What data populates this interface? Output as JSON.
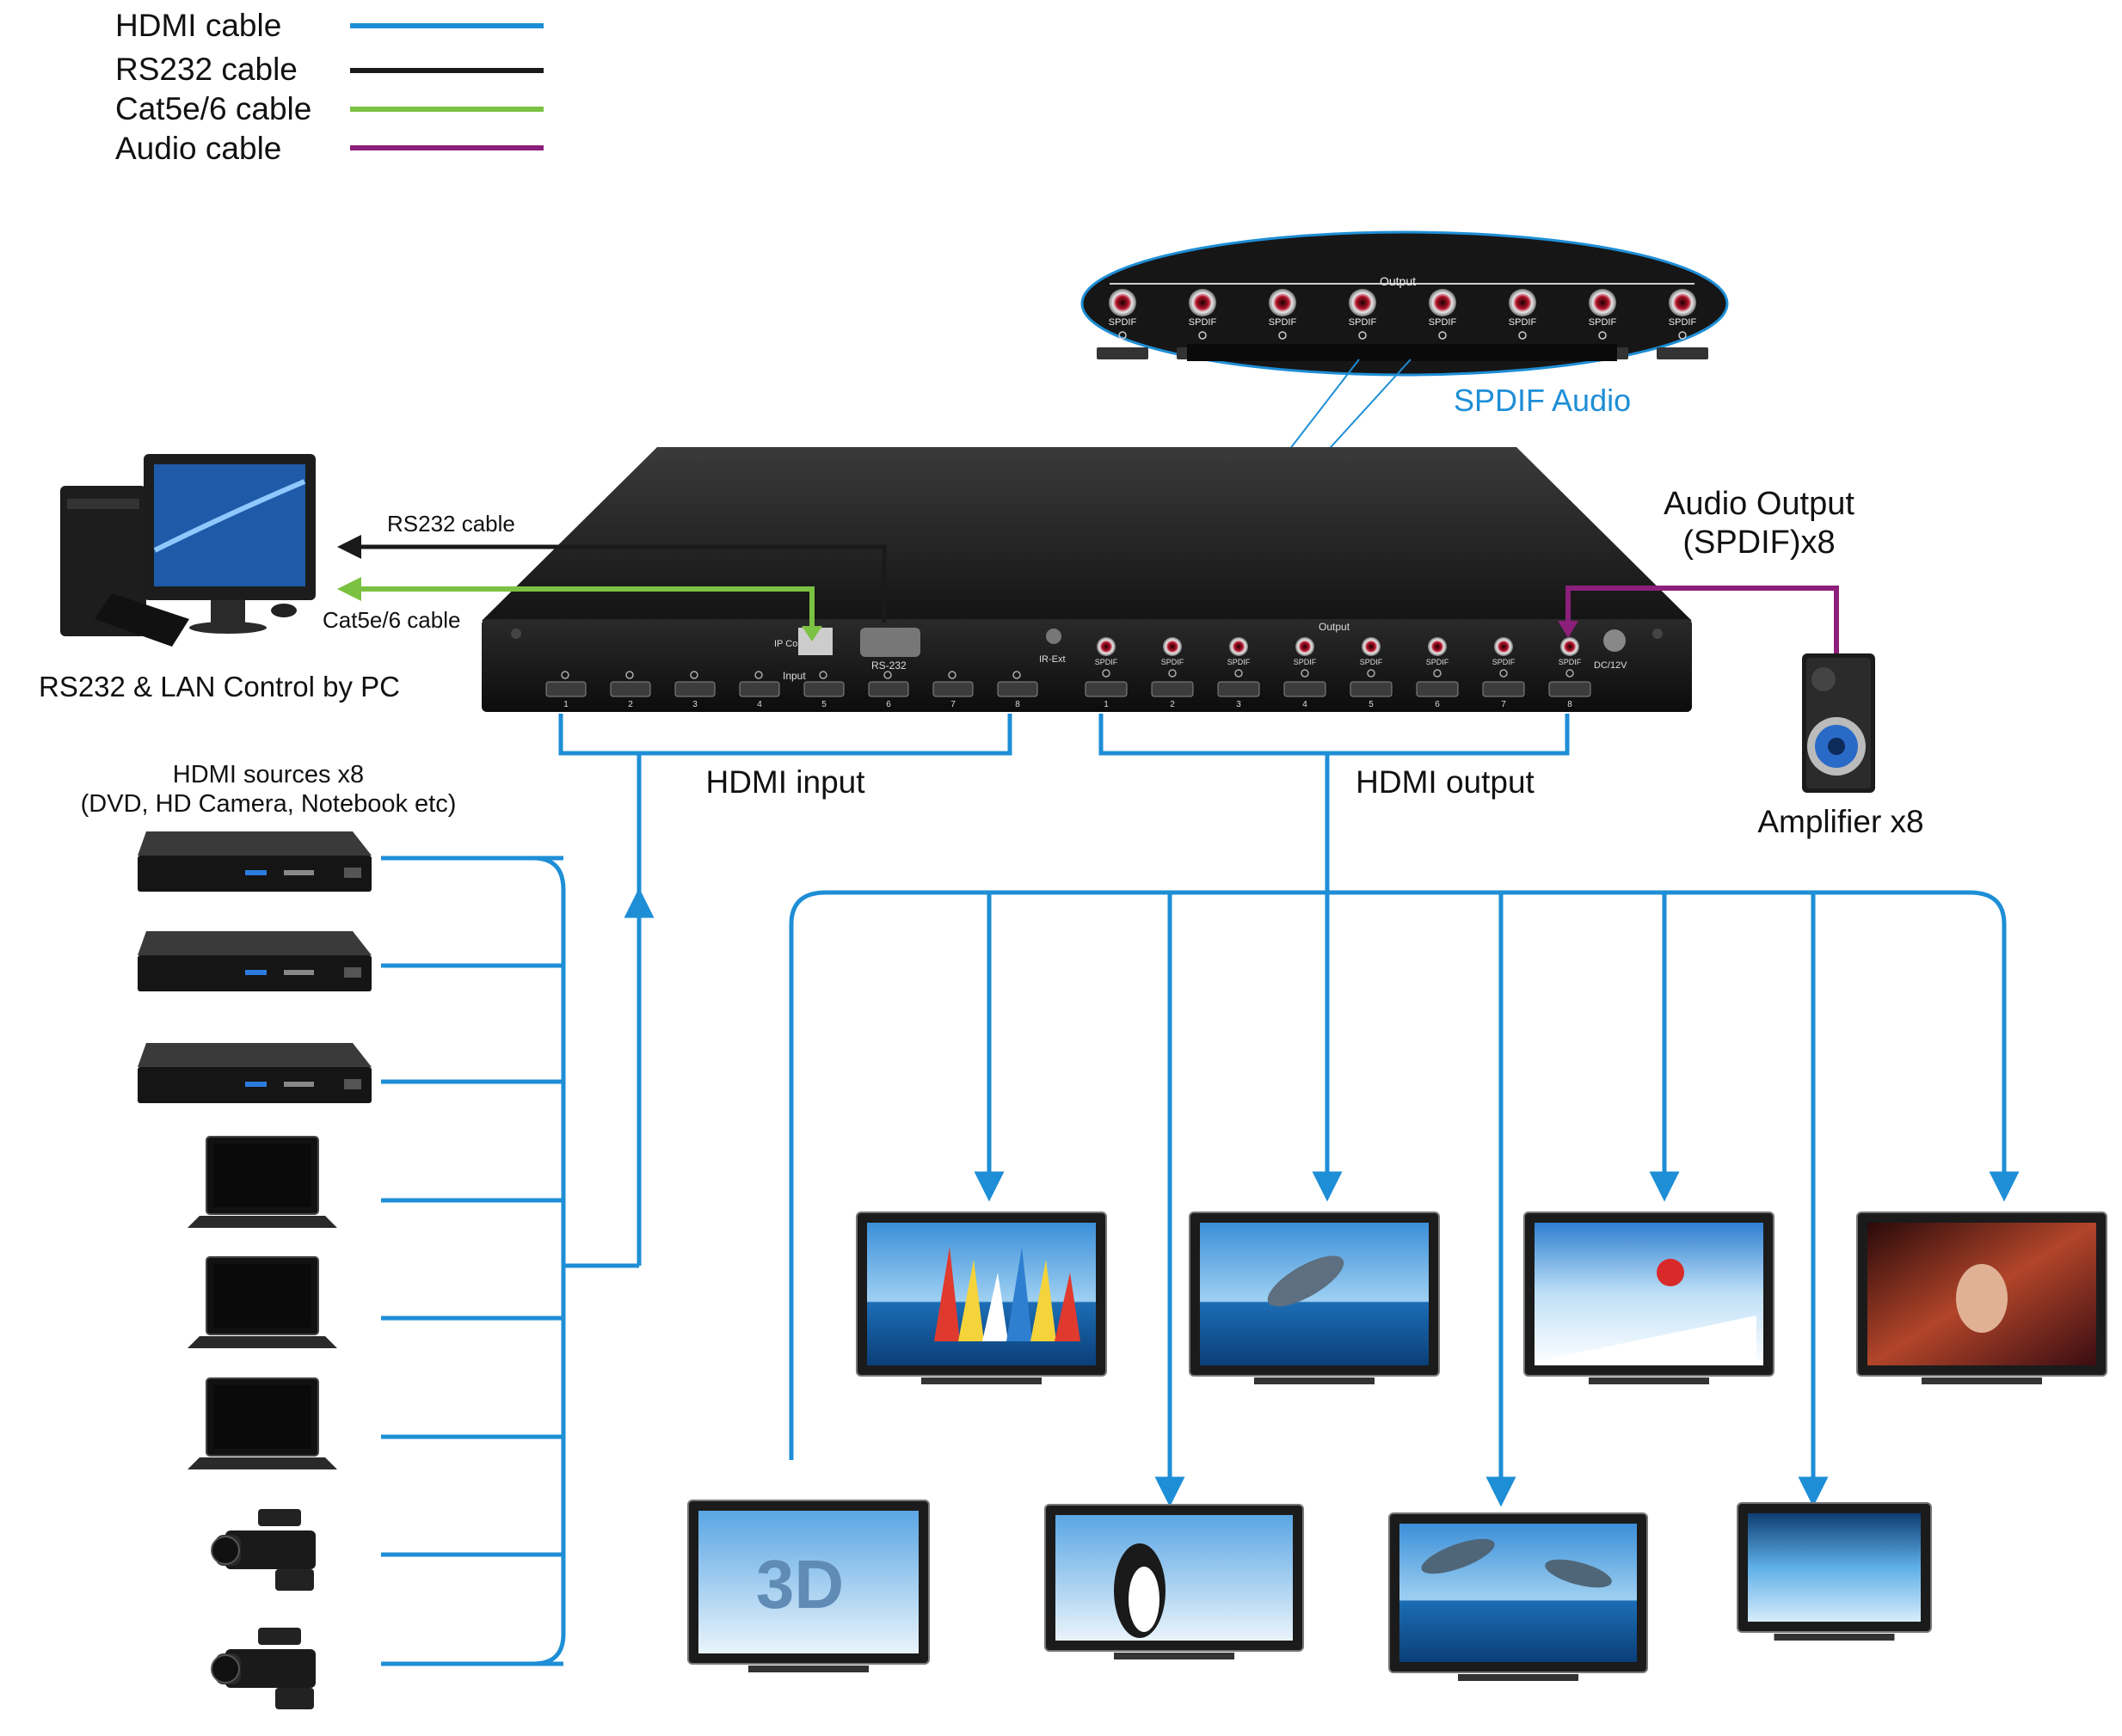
{
  "legend": [
    {
      "label": "HDMI cable",
      "color": "#1e8ed6"
    },
    {
      "label": "RS232 cable",
      "color": "#1a1a1a"
    },
    {
      "label": "Cat5e/6 cable",
      "color": "#7bc142"
    },
    {
      "label": "Audio cable",
      "color": "#8c1f7a"
    }
  ],
  "labels": {
    "spdif_audio": "SPDIF Audio",
    "audio_output_line1": "Audio Output",
    "audio_output_line2": "(SPDIF)x8",
    "rs232_cable": "RS232 cable",
    "cat_cable": "Cat5e/6 cable",
    "pc_control": "RS232 & LAN Control by PC",
    "sources_line1": "HDMI sources x8",
    "sources_line2": "(DVD, HD Camera, Notebook etc)",
    "hdmi_input": "HDMI input",
    "hdmi_output": "HDMI output",
    "amplifier": "Amplifier x8"
  },
  "device": {
    "output_group": "Output",
    "input_group": "Input",
    "spdif_label": "SPDIF",
    "ip_control": "IP Control",
    "rs232_port": "RS-232",
    "ir_ext": "IR-Ext",
    "power": "DC/12V",
    "port_numbers": [
      "1",
      "2",
      "3",
      "4",
      "5",
      "6",
      "7",
      "8"
    ]
  },
  "tv_screens": {
    "three_d": "3D"
  },
  "colors": {
    "hdmi": "#1e8ed6",
    "rs232": "#1a1a1a",
    "cat": "#7bc142",
    "audio": "#8c1f7a",
    "device_body": "#1c1c1c"
  }
}
